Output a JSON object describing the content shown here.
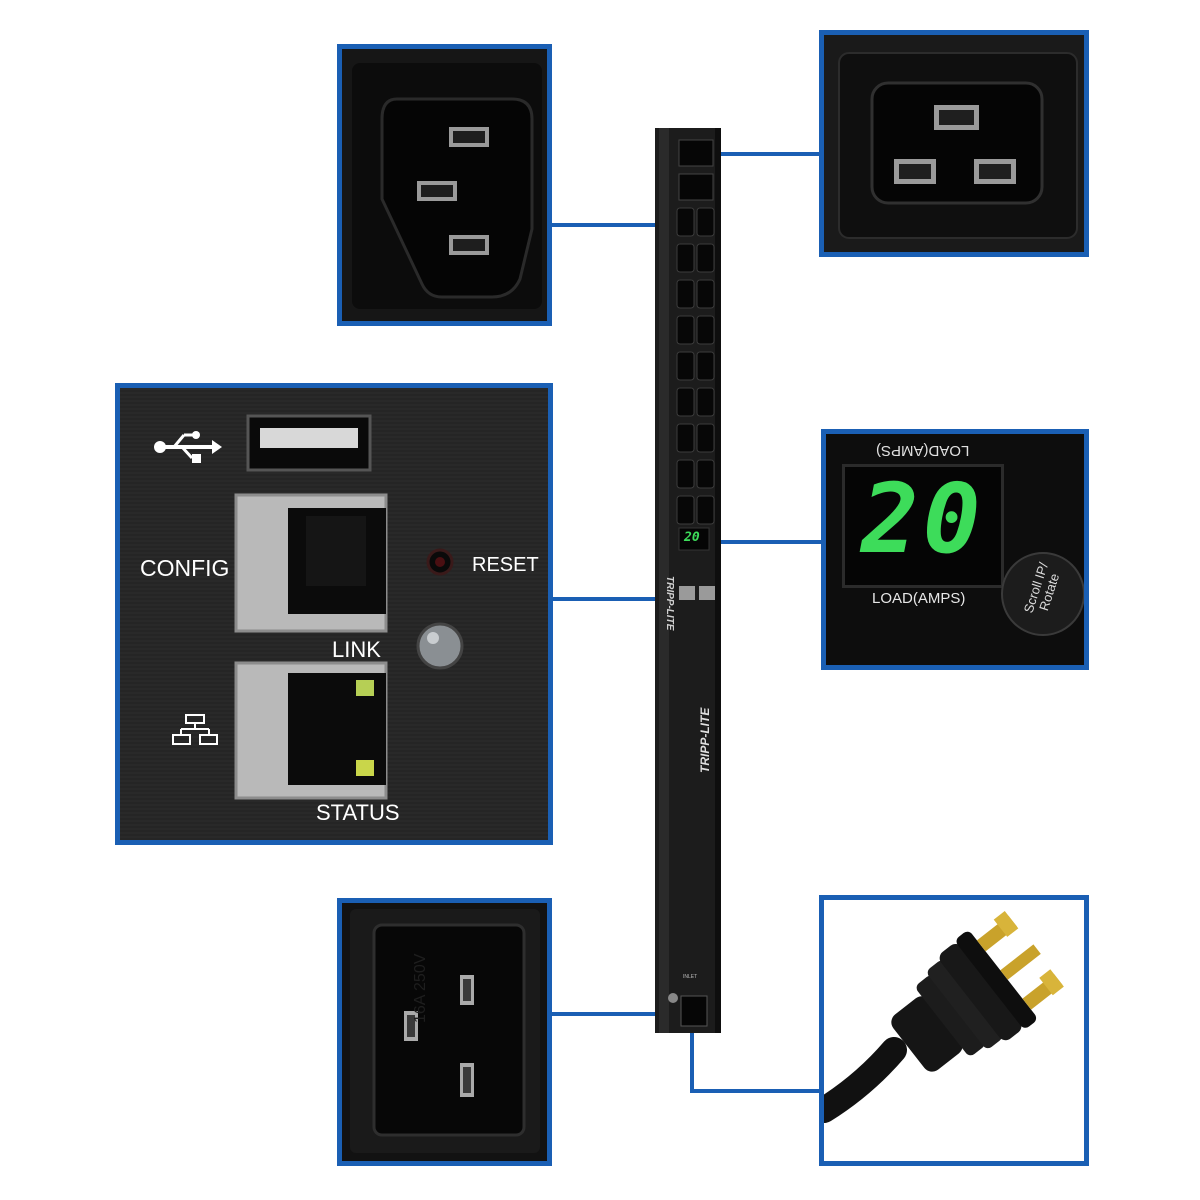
{
  "panels": {
    "c13_outlet": {},
    "c19_outlet": {},
    "network_module": {
      "labels": {
        "config": "CONFIG",
        "reset": "RESET",
        "link": "LINK",
        "status": "STATUS"
      },
      "icons": [
        "usb-icon",
        "network-icon"
      ]
    },
    "load_display": {
      "display_value": "20",
      "label_top_mirrored": "LOAD(AMPS)",
      "label_bottom": "LOAD(AMPS)",
      "button_label_line1": "Scroll IP/",
      "button_label_line2": "Rotate",
      "digit_color": "#3ddc5a"
    },
    "c20_inlet": {
      "rating_text": "16A 250V"
    },
    "plug": {}
  },
  "pdu": {
    "brand": "TRIPP-LITE",
    "display_value": "20",
    "inlet_label": "INLET"
  },
  "colors": {
    "frame_blue": "#1a5fb4",
    "digit_green": "#3ddc5a"
  }
}
